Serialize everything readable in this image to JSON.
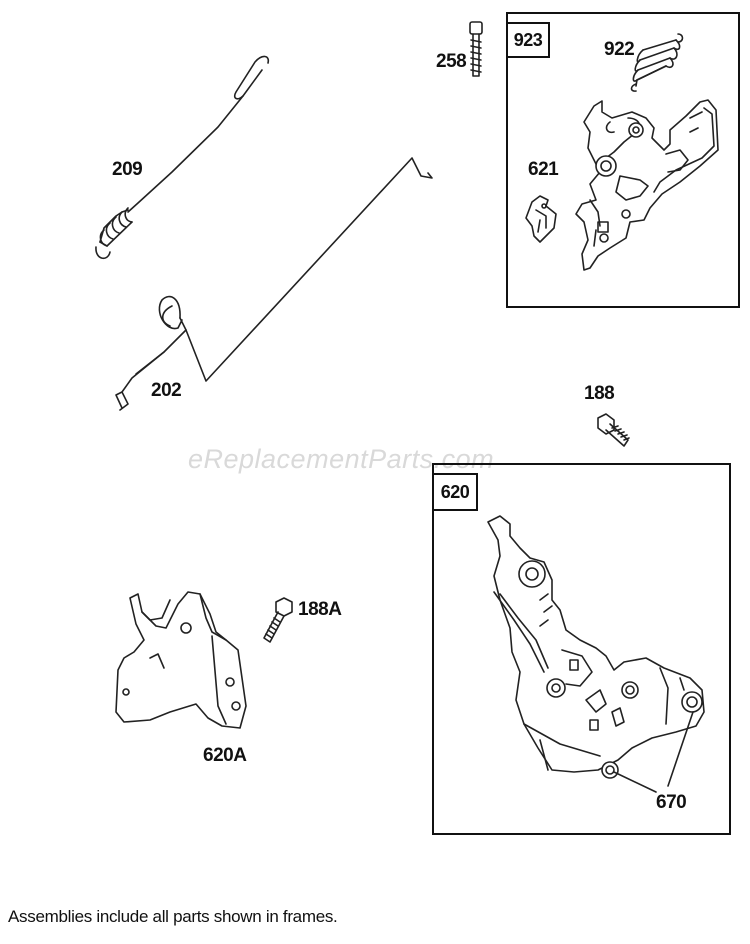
{
  "watermark": "eReplacementParts.com",
  "footnote": "Assemblies include all parts shown in frames.",
  "frames": {
    "top_right": "923",
    "bottom_right": "620"
  },
  "labels": {
    "p209": "209",
    "p202": "202",
    "p258": "258",
    "p922": "922",
    "p621": "621",
    "p188": "188",
    "p188a": "188A",
    "p620a": "620A",
    "p670": "670"
  }
}
